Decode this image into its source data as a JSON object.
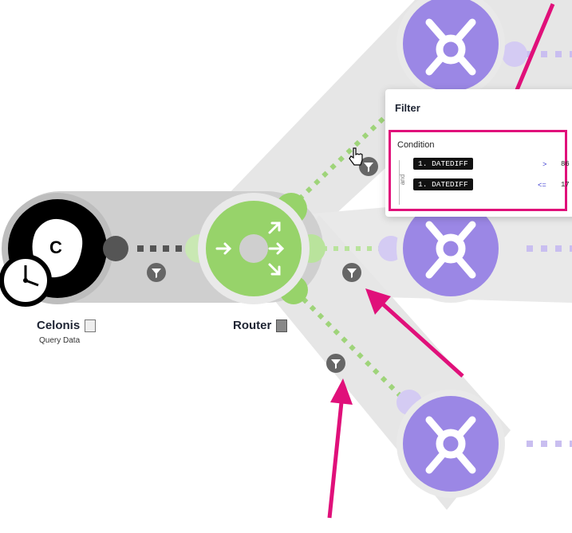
{
  "modules": {
    "celonis": {
      "title": "Celonis",
      "subtitle": "Query Data",
      "logo_letter": "C"
    },
    "router": {
      "title": "Router"
    }
  },
  "filter_popup": {
    "title": "Filter",
    "condition_label": "Condition",
    "and_label": "and",
    "conditions": [
      {
        "field": "1. DATEDIFF",
        "operator": ">",
        "value": "86"
      },
      {
        "field": "1. DATEDIFF",
        "operator": "<=",
        "value": "17"
      }
    ]
  },
  "colors": {
    "tools_purple": "#9b87e5",
    "router_green": "#97d36a",
    "celonis_black": "#000000",
    "annotation_magenta": "#e0107a",
    "band_gray": "#cfcfcf",
    "filter_icon_gray": "#666666"
  },
  "icons": [
    "clock-icon",
    "tools-icon",
    "router-arrows-icon",
    "filter-funnel-icon",
    "hand-cursor-icon"
  ]
}
